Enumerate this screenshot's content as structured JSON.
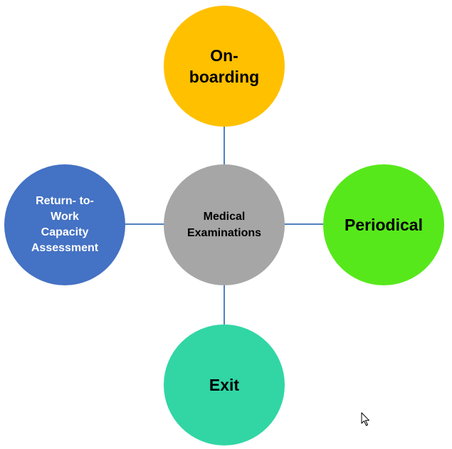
{
  "diagram": {
    "center": {
      "label": "Medical\nExaminations",
      "color": "#a6a6a6",
      "text_color": "#000000"
    },
    "top": {
      "label": "On-\nboarding",
      "color": "#ffc000",
      "text_color": "#000000"
    },
    "right": {
      "label": "Periodical",
      "color": "#57e81b",
      "text_color": "#000000"
    },
    "bottom": {
      "label": "Exit",
      "color": "#31d6a4",
      "text_color": "#000000"
    },
    "left": {
      "label": "Return- to-\nWork\nCapacity\nAssessment",
      "color": "#4472c4",
      "text_color": "#ffffff"
    },
    "connector_color": "#4f81bd"
  },
  "cursor": {
    "icon": "mouse-pointer-icon"
  }
}
